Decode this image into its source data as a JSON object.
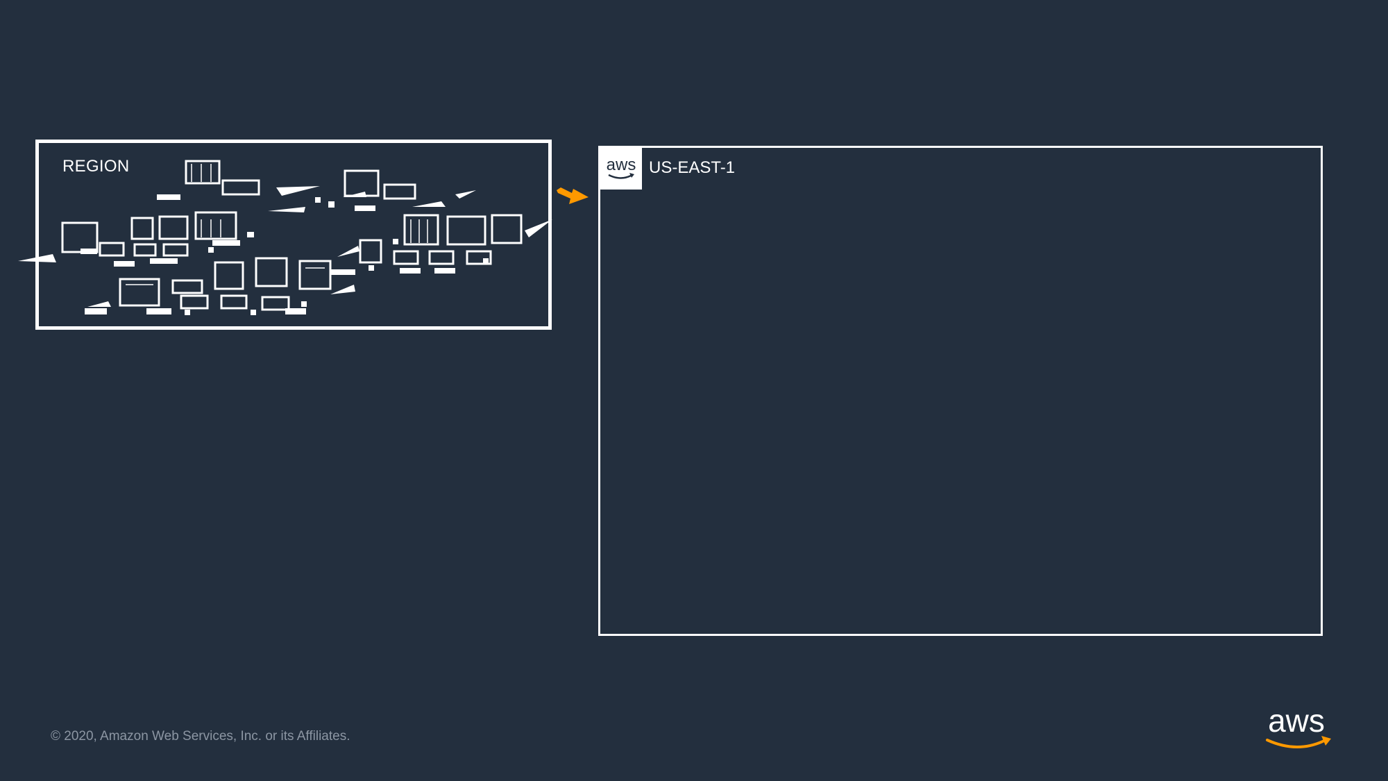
{
  "region": {
    "label": "REGION",
    "art_icon": "scattered-datacenter-buildings-icon"
  },
  "connector": {
    "icon": "arrow-right-icon",
    "color": "#ff9900"
  },
  "target": {
    "label": "US-EAST-1",
    "badge_icon": "aws-logo-icon"
  },
  "footer": {
    "copyright": "© 2020, Amazon Web Services, Inc. or its Affiliates."
  },
  "brand": {
    "logo_text": "aws",
    "logo_icon": "aws-logo-icon",
    "smile_color": "#ff9900"
  },
  "colors": {
    "background": "#232f3e",
    "line": "#ffffff",
    "accent": "#ff9900",
    "muted_text": "#8c96a3"
  }
}
